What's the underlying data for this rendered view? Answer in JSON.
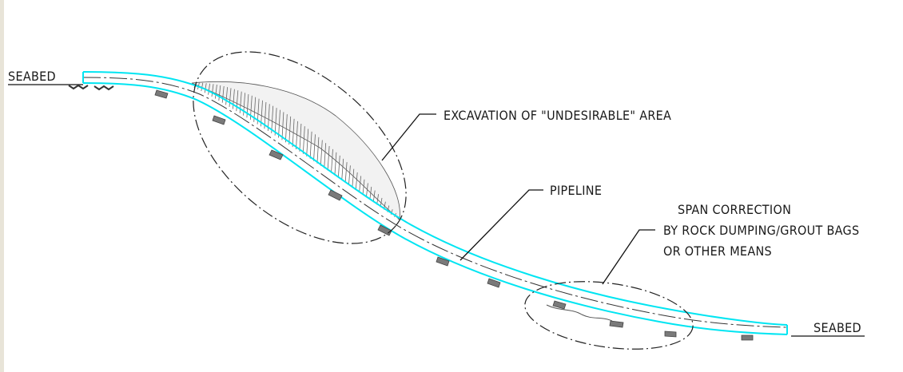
{
  "labels": {
    "seabed_left": "SEABED",
    "seabed_right": "SEABED",
    "excavation": "EXCAVATION OF \"UNDESIRABLE\" AREA",
    "pipeline": "PIPELINE",
    "span_line1": "SPAN CORRECTION",
    "span_line2": "BY ROCK DUMPING/GROUT BAGS",
    "span_line3": "OR OTHER MEANS"
  },
  "colors": {
    "pipeline": "#00e5f2",
    "linework": "#111111",
    "supports": "#7a7a7a"
  }
}
